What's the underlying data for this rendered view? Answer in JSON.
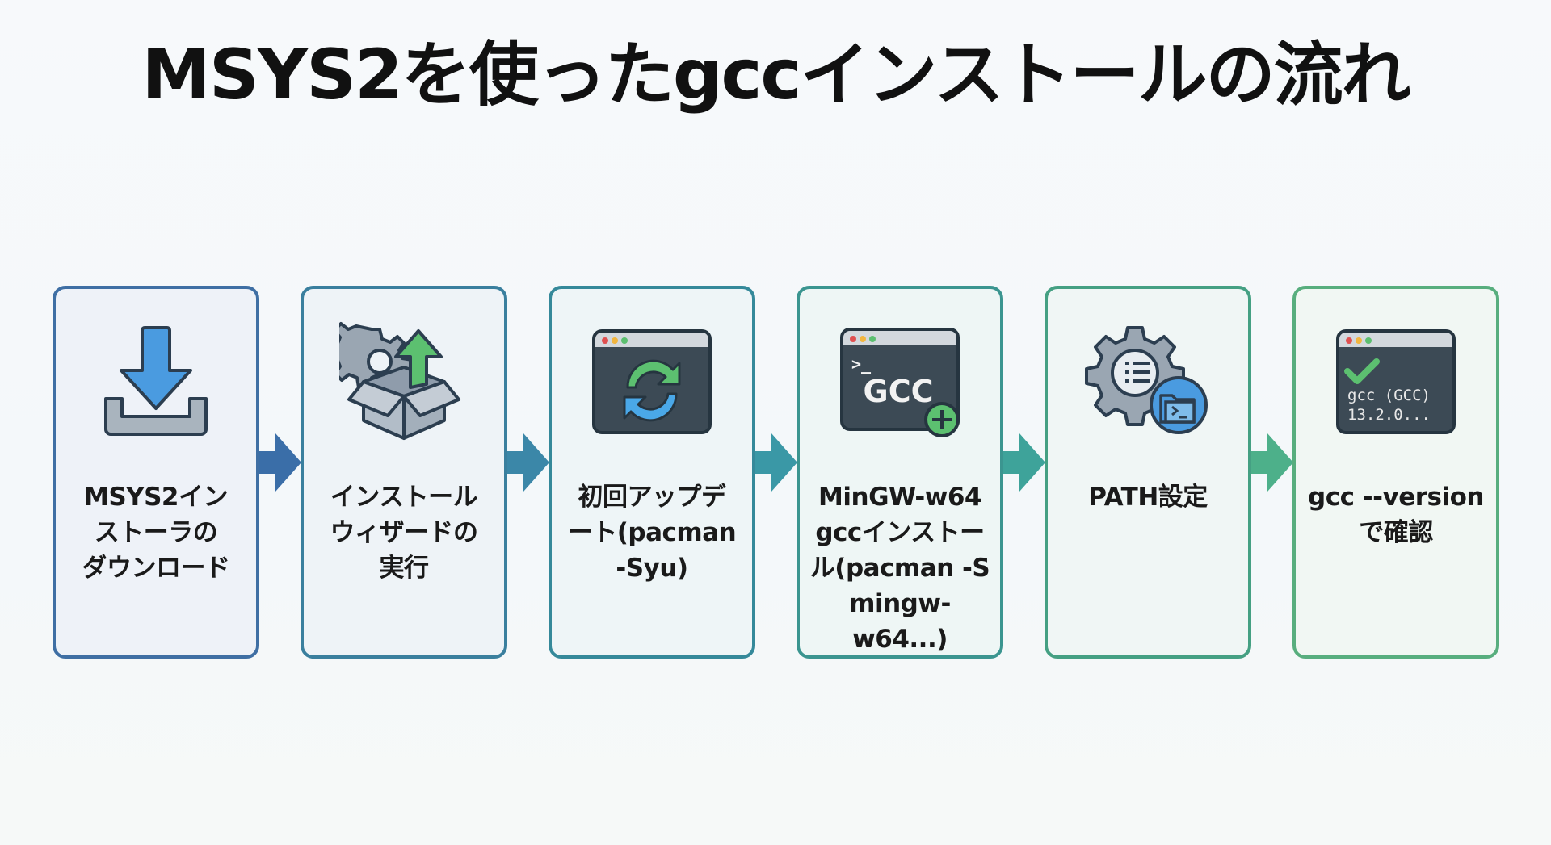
{
  "title": "MSYS2を使ったgccインストールの流れ",
  "steps": [
    {
      "label": "MSYS2イン\nストーラの\nダウンロード",
      "icon": "download-icon",
      "border": "#3f6fa4",
      "bg": "#eef2f8"
    },
    {
      "label": "インストール\nウィザードの\n実行",
      "icon": "install-box-icon",
      "border": "#3a7f9e",
      "bg": "#eef3f7"
    },
    {
      "label": "初回アップデ\nート(pacman\n-Syu)",
      "icon": "terminal-update-icon",
      "border": "#35899a",
      "bg": "#eef5f7"
    },
    {
      "label": "MinGW-w64\ngccインストー\nル(pacman -S\nmingw-w64...)",
      "icon": "terminal-gcc-add-icon",
      "border": "#3b9590",
      "bg": "#eef6f5"
    },
    {
      "label": "PATH設定",
      "icon": "gear-folder-icon",
      "border": "#45a083",
      "bg": "#f0f6f5"
    },
    {
      "label": "gcc --version\nで確認",
      "icon": "terminal-check-icon",
      "border": "#58ae7e",
      "bg": "#f1f7f3"
    }
  ],
  "arrows": [
    "#3a6ea8",
    "#3b87a8",
    "#3a98a6",
    "#3ea39a",
    "#4db08a"
  ],
  "icons": {
    "gcc_prompt": ">_",
    "gcc_text": "GCC",
    "check_line1": "gcc (GCC)",
    "check_line2": "13.2.0..."
  }
}
